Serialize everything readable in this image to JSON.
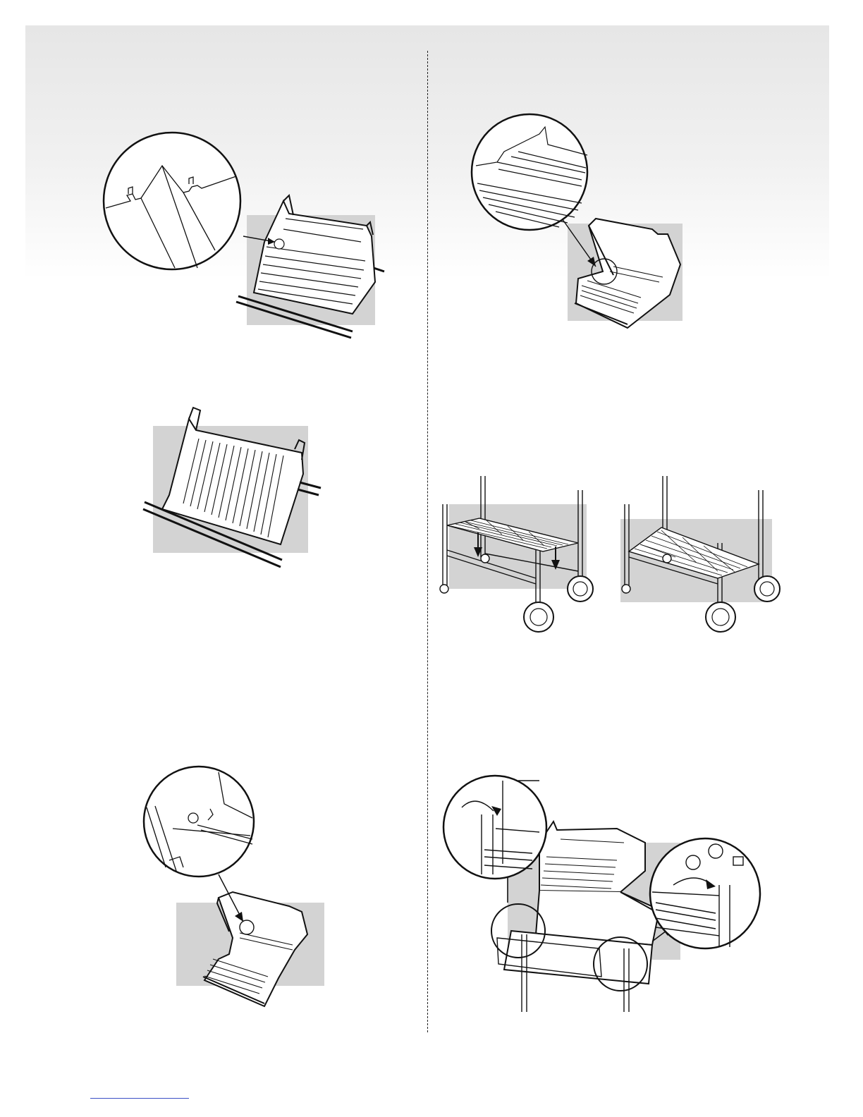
{
  "colors": {
    "gray_panel": "#d3d3d3",
    "line": "#111111",
    "background_gradient_top": "#e6e6e6",
    "footer_rule": "#3b4fc4"
  },
  "figures": [
    "flavorizer-bar-detail-illustration",
    "flavorizer-bars-installed-illustration",
    "igniter-detail-illustration",
    "cooking-grate-detail-illustration",
    "bottom-shelf-installation-illustration",
    "bottom-shelf-installed-illustration",
    "tool-holder-installation-illustration"
  ]
}
